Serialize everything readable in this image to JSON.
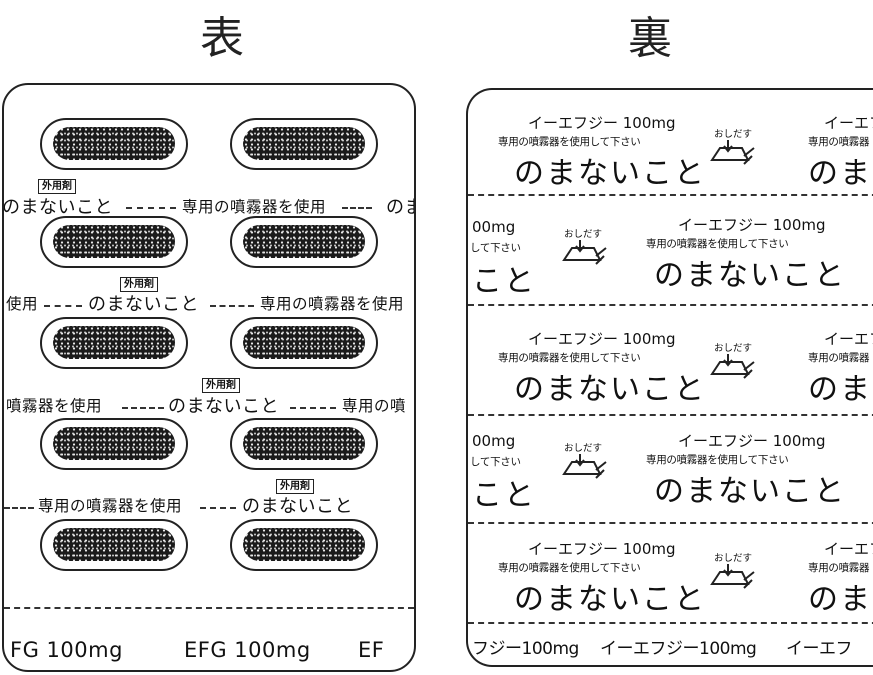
{
  "headings": {
    "front": "表",
    "back": "裏"
  },
  "front": {
    "external_label": "外用剤",
    "device_text": "専用の噴霧器を使用",
    "no_swallow": "のまないこと",
    "fragments": {
      "row1_right": "のま",
      "row2_left": "使用",
      "row3_left": "噴霧器を使用",
      "row3_right": "専用の噴"
    },
    "footer": [
      "FG 100mg",
      "EFG 100mg",
      "EF"
    ]
  },
  "back": {
    "product_name": "イーエフジー 100mg",
    "device_note": "専用の噴霧器を使用して下さい",
    "no_swallow": "のまないこと",
    "push_label": "おしだす",
    "fragments": {
      "name_right": "イーエフ",
      "note_right": "専用の噴霧器",
      "big_right": "のまた",
      "left_dose": "00mg",
      "left_note": "して下さい",
      "left_big": "こと"
    },
    "footer": [
      "フジー100mg",
      "イーエフジー100mg",
      "イーエフ"
    ]
  }
}
